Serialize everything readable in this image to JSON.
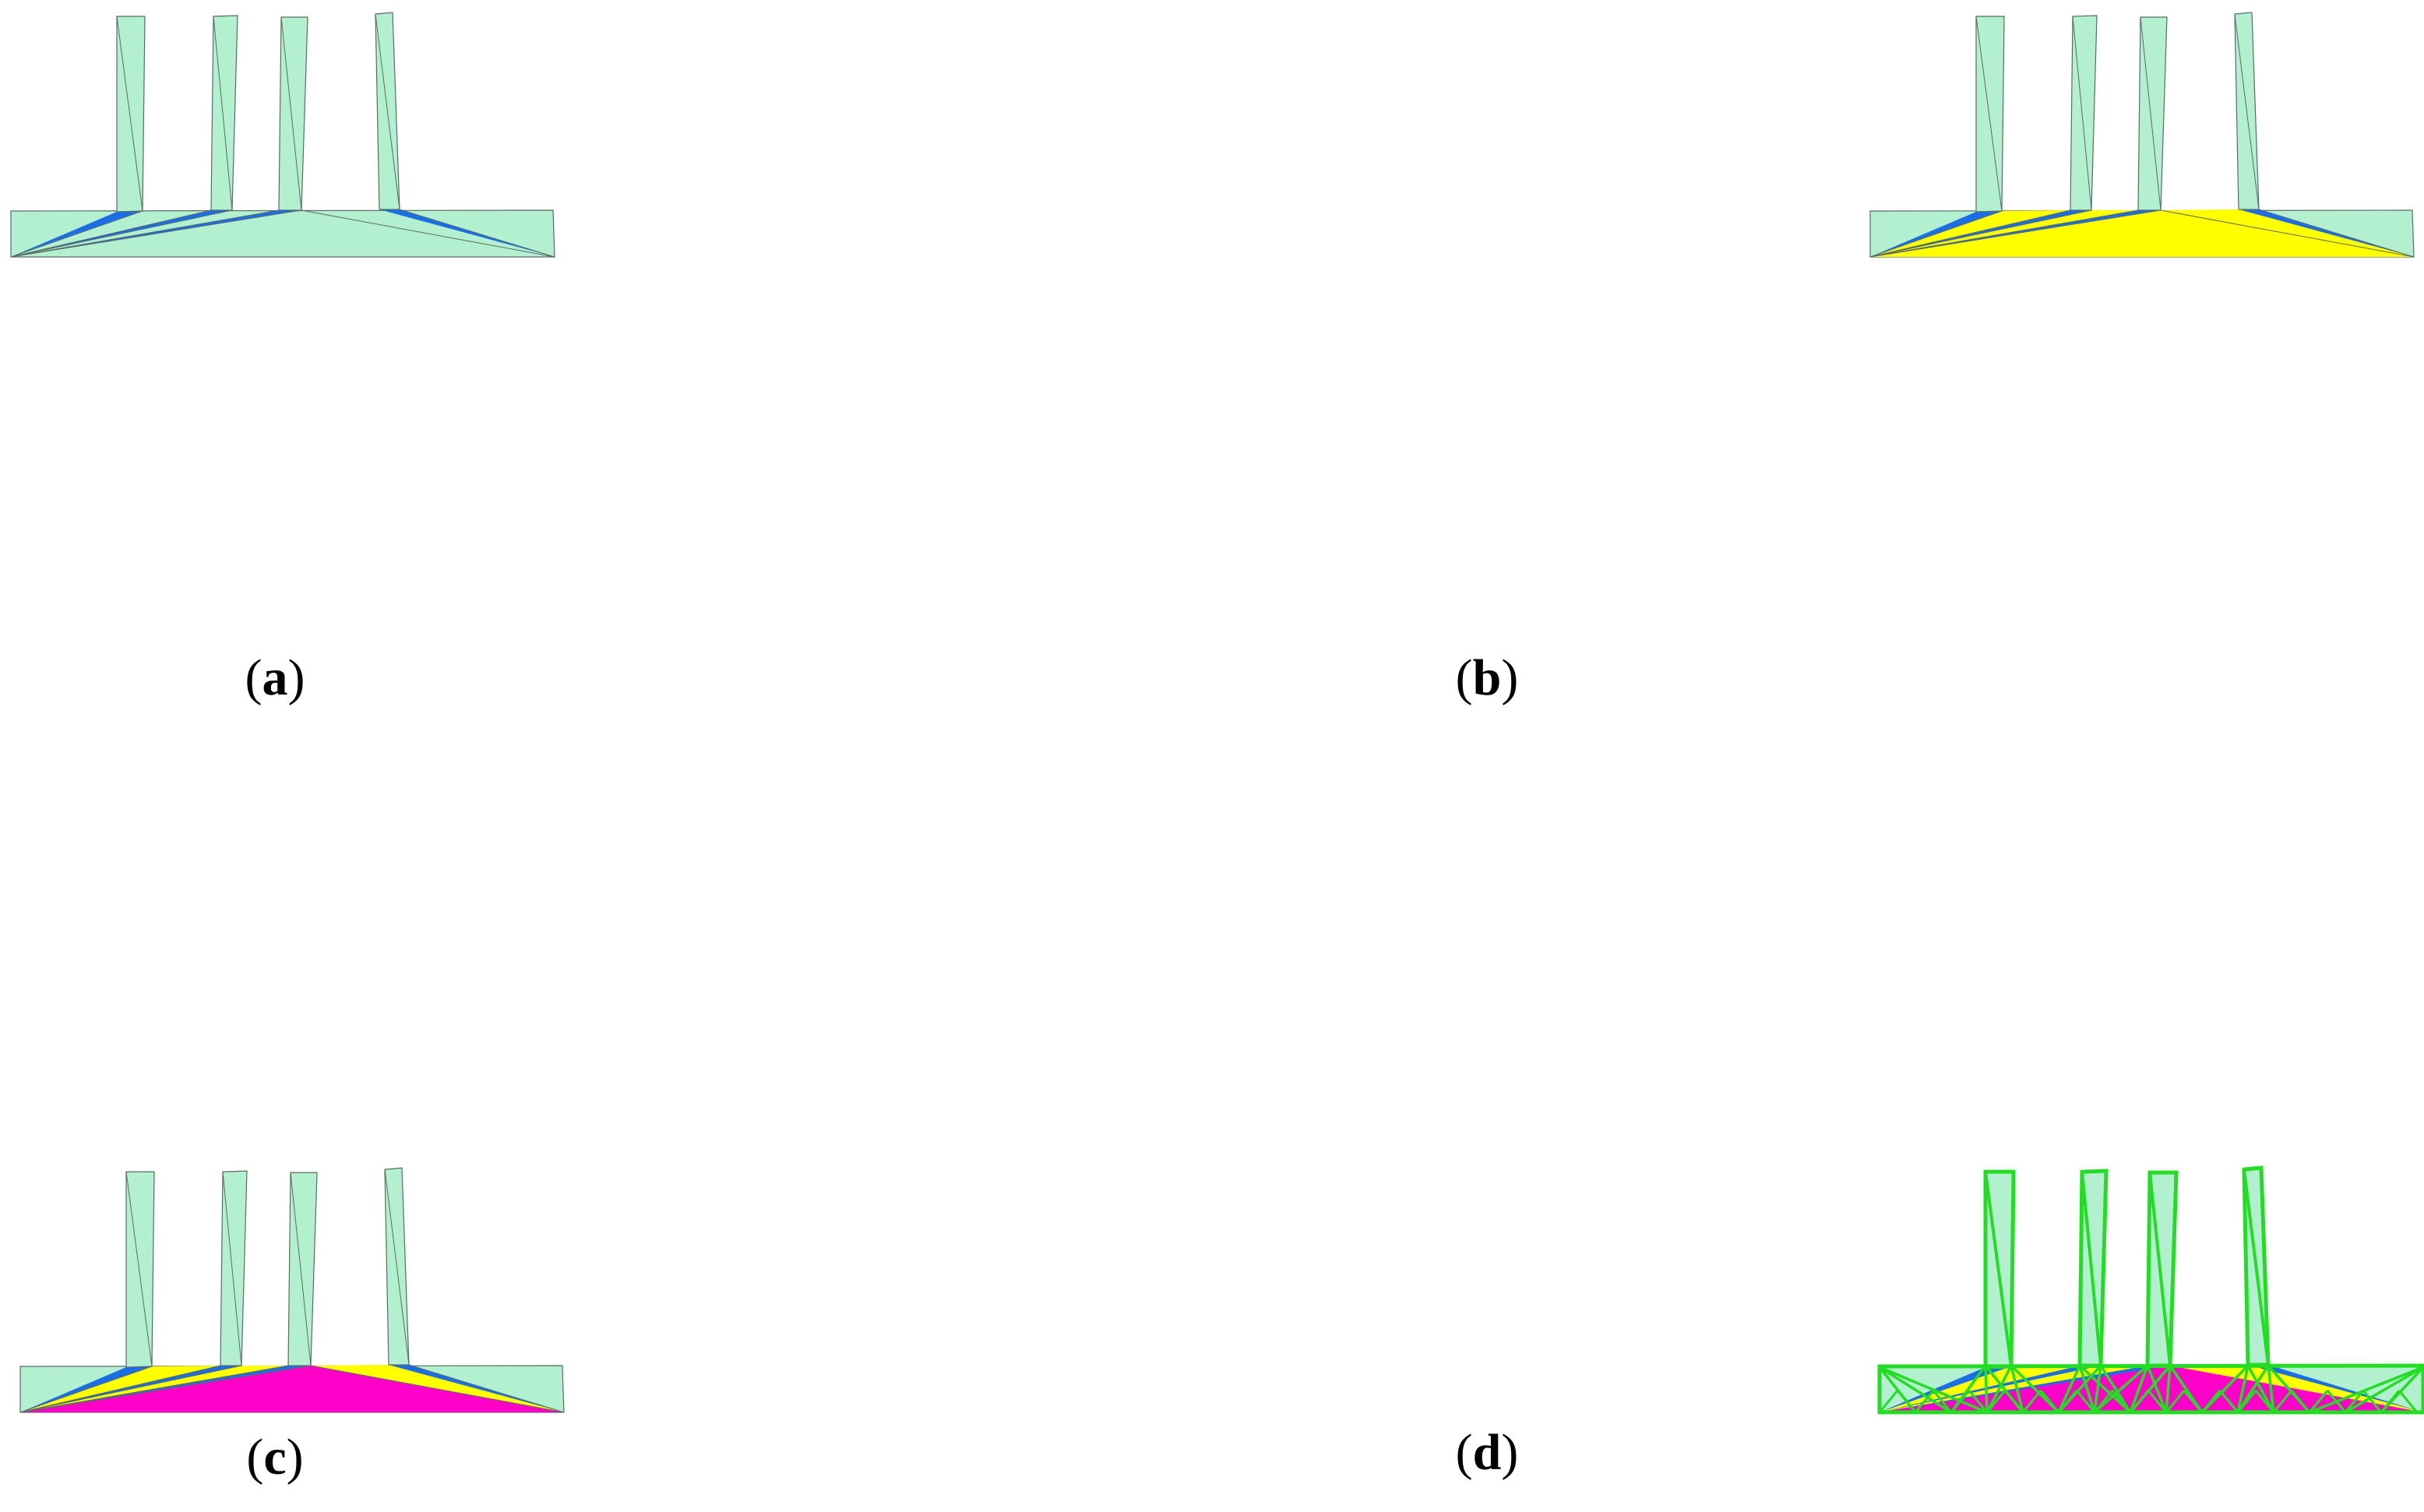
{
  "figure": {
    "panels": [
      {
        "id": "a",
        "letter": "a"
      },
      {
        "id": "b",
        "letter": "b"
      },
      {
        "id": "c",
        "letter": "c"
      },
      {
        "id": "d",
        "letter": "d"
      }
    ]
  },
  "colors": {
    "mesh_fill": "#b3f0d0",
    "outline": "#5a6b63",
    "blue": "#1a6ee8",
    "yellow": "#ffff00",
    "magenta": "#ff00c8",
    "green_mesh": "#22dd22"
  }
}
